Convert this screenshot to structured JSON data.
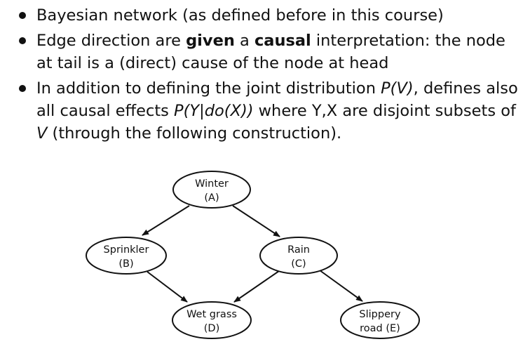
{
  "bullets": [
    {
      "text": "Bayesian network (as defined before in this course)"
    },
    {
      "pre": "Edge direction are ",
      "bold1": "given",
      "mid": " a ",
      "bold2": "causal",
      "post": " interpretation: the node at tail is a (direct) cause of the node at head"
    },
    {
      "pre": "In addition to defining the joint distribution ",
      "math1": "P(V)",
      "mid": ", defines also all causal effects ",
      "math2": "P(Y|do(X))",
      "mid2": " where Y,X are disjoint subsets of ",
      "math3": "V",
      "post": " (through the following construction)."
    }
  ],
  "diagram": {
    "nodes": [
      {
        "id": "A",
        "line1": "Winter",
        "line2": "(A)"
      },
      {
        "id": "B",
        "line1": "Sprinkler",
        "line2": "(B)"
      },
      {
        "id": "C",
        "line1": "Rain",
        "line2": "(C)"
      },
      {
        "id": "D",
        "line1": "Wet grass",
        "line2": "(D)"
      },
      {
        "id": "E",
        "line1": "Slippery",
        "line2": "road (E)"
      }
    ],
    "edges": [
      {
        "from": "A",
        "to": "B"
      },
      {
        "from": "A",
        "to": "C"
      },
      {
        "from": "B",
        "to": "D"
      },
      {
        "from": "C",
        "to": "D"
      },
      {
        "from": "C",
        "to": "E"
      }
    ]
  }
}
